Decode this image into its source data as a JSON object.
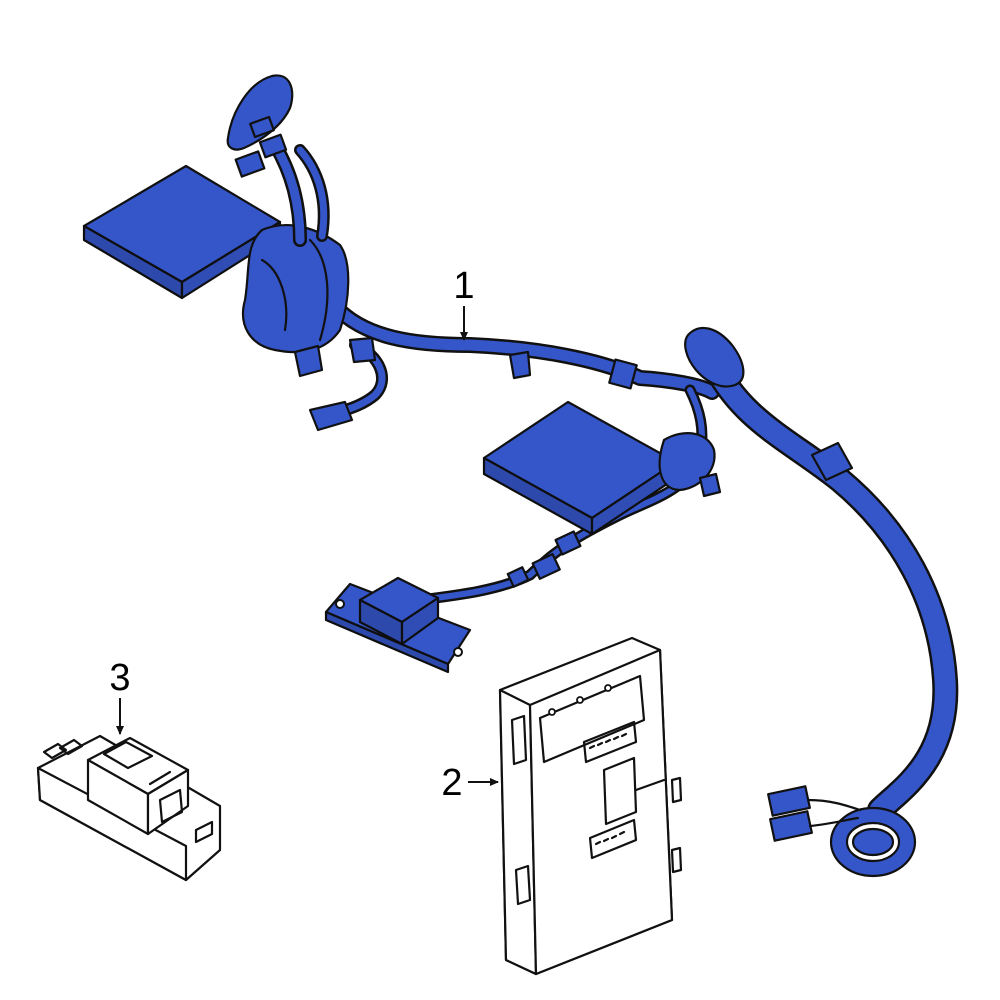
{
  "colors": {
    "highlight": "#3556c9",
    "line": "#111111",
    "background": "#ffffff"
  },
  "callouts": [
    {
      "id": "1",
      "label": "1",
      "part": "wiring-harness"
    },
    {
      "id": "2",
      "label": "2",
      "part": "control-module"
    },
    {
      "id": "3",
      "label": "3",
      "part": "switch"
    }
  ]
}
